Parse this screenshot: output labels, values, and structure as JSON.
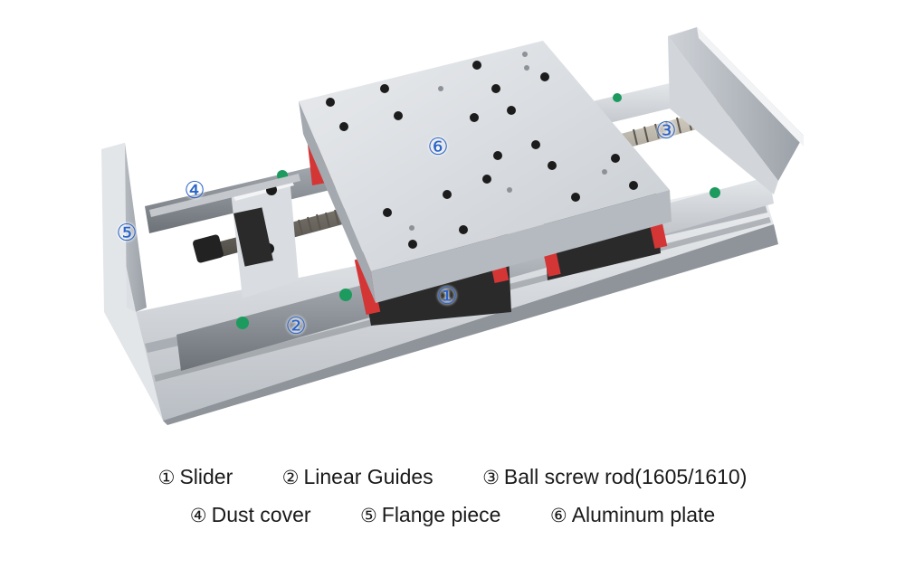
{
  "callouts": [
    "①",
    "②",
    "③",
    "④",
    "⑤",
    "⑥"
  ],
  "legend": [
    {
      "num": "①",
      "label": "Slider"
    },
    {
      "num": "②",
      "label": "Linear Guides"
    },
    {
      "num": "③",
      "label": "Ball screw rod(1605/1610)"
    },
    {
      "num": "④",
      "label": "Dust cover"
    },
    {
      "num": "⑤",
      "label": "Flange piece"
    },
    {
      "num": "⑥",
      "label": "Aluminum plate"
    }
  ]
}
